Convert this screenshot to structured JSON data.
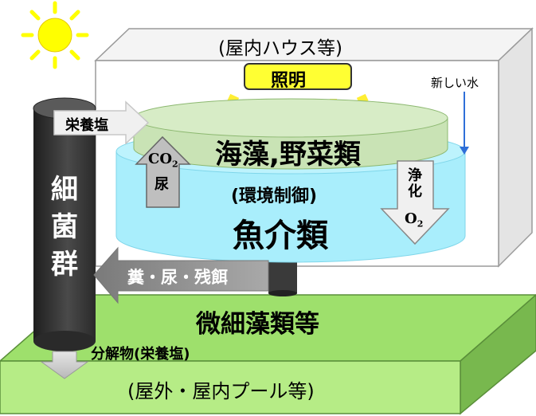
{
  "labels": {
    "house": "(屋内ハウス等)",
    "lighting": "照明",
    "new_water": "新しい水",
    "nutrient_salt": "栄養塩",
    "seaweed_vegetables": "海藻,野菜類",
    "co2": "CO",
    "co2_sub": "2",
    "urine": "尿",
    "purification": "浄化",
    "o2": "O",
    "o2_sub": "2",
    "environment_control": "(環境制御)",
    "fish_shellfish": "魚介類",
    "bacteria_1": "細",
    "bacteria_2": "菌",
    "bacteria_3": "群",
    "waste": "糞・尿・残餌",
    "microalgae": "微細藻類等",
    "decomposition": "分解物(栄養塩)",
    "outdoor_pool": "(屋外・屋内プール等)"
  },
  "colors": {
    "house_face": "#ffffff",
    "house_side": "#e4e4e4",
    "house_border": "#9a9a9a",
    "ground_top": "#9ee06c",
    "ground_front": "#b6ec86",
    "ground_side": "#78b84e",
    "ground_border": "#5a8f3a",
    "water": "#a9eefc",
    "water_border": "#7fd6ea",
    "plant_layer": "#c9e3b5",
    "light_box": "#ffff33",
    "light_ray": "#ffee33",
    "sun": "#ffff00",
    "column": "#2f2f2f",
    "arrow_gray": "#8c8c8c",
    "arrow_light": "#f0f0f0"
  }
}
